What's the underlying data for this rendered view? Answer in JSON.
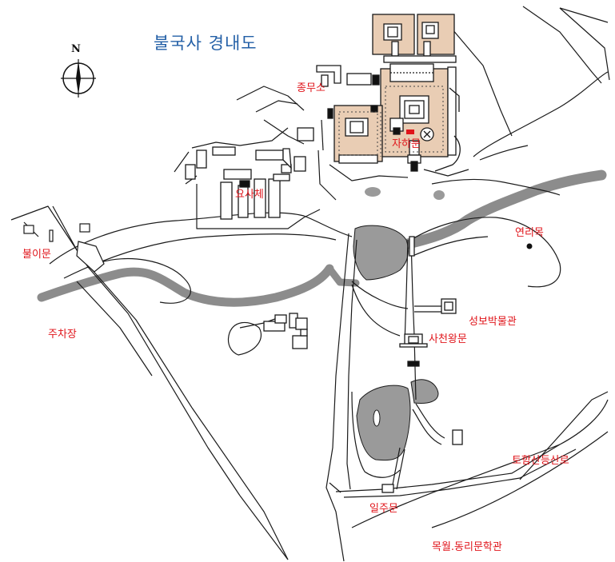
{
  "map": {
    "title": "불국사 경내도",
    "compass_letter": "N",
    "colors": {
      "temple": "#e9cdb4",
      "stream": "#8c8c8c",
      "pond": "#9a9a9a",
      "line": "#1a1a1a",
      "label": "#e0141a",
      "title": "#2460a7"
    },
    "labels": {
      "jongmuso": "종무소",
      "jahamun": "자하문",
      "yosache": "요사체",
      "bulimun": "불이문",
      "parking": "주차장",
      "yeonrimok": "연리목",
      "museum": "성보박물관",
      "cheonwangmun": "사천왕문",
      "tohamsan": "토함산등산로",
      "iljumun": "일주문",
      "literature_hall": "목월.동리문학관"
    }
  }
}
